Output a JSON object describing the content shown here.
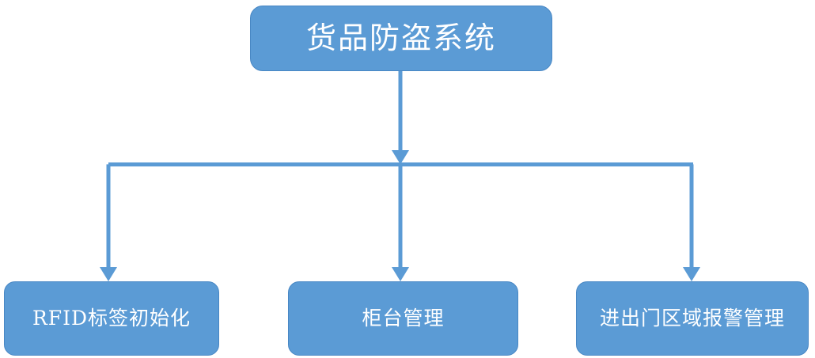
{
  "diagram": {
    "type": "hierarchy-tree",
    "orientation": "top-down",
    "colors": {
      "node_fill": "#5B9BD5",
      "node_stroke": "#4887C4",
      "node_text": "#FFFFFF",
      "connector": "#5B9BD5",
      "background": "#FFFFFF"
    },
    "root": {
      "label": "货品防盗系统"
    },
    "children": [
      {
        "label": "RFID标签初始化"
      },
      {
        "label": "柜台管理"
      },
      {
        "label": "进出门区域报警管理"
      }
    ]
  }
}
